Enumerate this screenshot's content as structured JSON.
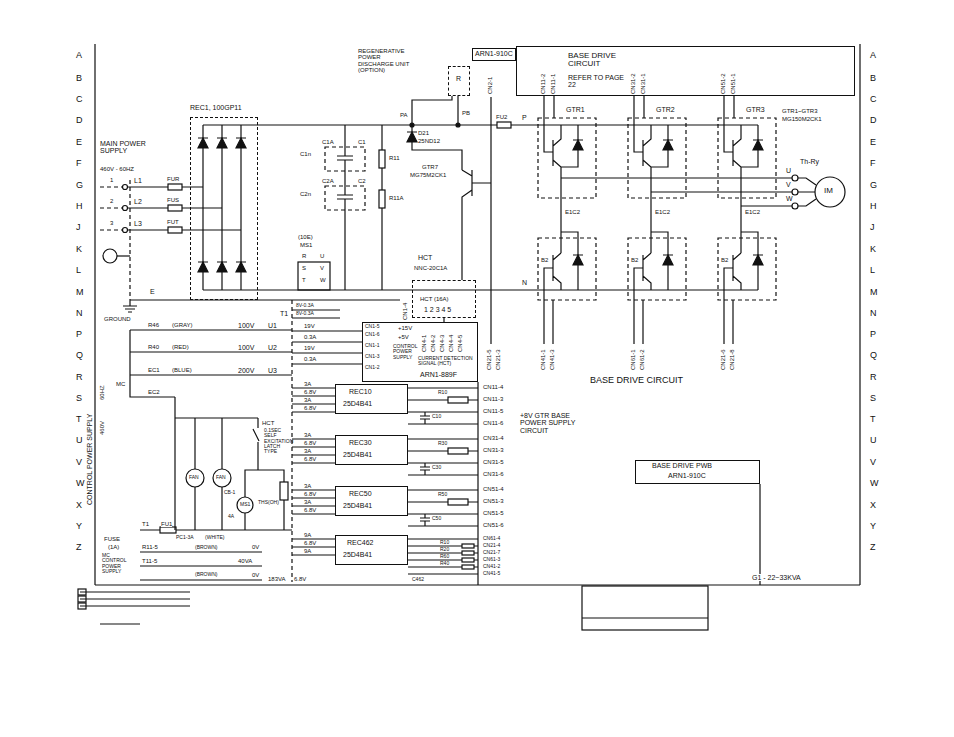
{
  "diagram": {
    "nodes": [
      {
        "text": [
          "REGENERATIVE POWER DISCHARGE UNIT (OPTION)",
          "R"
        ]
      },
      {
        "text": [
          "ARN1-910C"
        ]
      },
      {
        "text": [
          "BASE DRIVE CIRCUIT",
          "REFER TO PAGE 22"
        ]
      },
      {
        "text": [
          "REC1, 100GP11"
        ]
      },
      {
        "text": [
          "HCT",
          "NNC-20C1A",
          "HCT (16A)",
          "1 2 3 4 5"
        ]
      },
      {
        "text": [
          "+15V",
          "+5V",
          "CONTROL POWER SUPPLY",
          "CURRENT DETECTION SIGNAL (HCT)",
          "ARN1-889F"
        ]
      },
      {
        "text": [
          "REC10",
          "25D4B41"
        ]
      },
      {
        "text": [
          "REC30",
          "25D4B41"
        ]
      },
      {
        "text": [
          "REC50",
          "25D4B41"
        ]
      },
      {
        "text": [
          "REC462",
          "25D4B41"
        ]
      },
      {
        "text": [
          "BASE DRIVE PWB",
          "ARN1-910C"
        ]
      }
    ],
    "edges": [
      {
        "from": 4,
        "to": 5,
        "arrow": "none"
      }
    ],
    "labels": [
      "A",
      "B",
      "C",
      "D",
      "E",
      "F",
      "G",
      "H",
      "J",
      "K",
      "L",
      "M",
      "N",
      "P",
      "Q",
      "R",
      "S",
      "T",
      "U",
      "V",
      "W",
      "X",
      "Y",
      "Z",
      "A",
      "B",
      "C",
      "D",
      "E",
      "F",
      "G",
      "H",
      "J",
      "K",
      "L",
      "M",
      "N",
      "P",
      "Q",
      "R",
      "S",
      "T",
      "U",
      "V",
      "W",
      "X",
      "Y",
      "Z",
      "MAIN POWER SUPPLY",
      "460V - 60HZ",
      "1",
      "L1",
      "FUR",
      "2",
      "L2",
      "FUS",
      "3",
      "L3",
      "FUT",
      "E",
      "GROUND",
      "R46",
      "(GRAY)",
      "100V",
      "U1",
      "T1",
      "R40",
      "(RED)",
      "100V",
      "U2",
      "EC1",
      "(BLUE)",
      "200V",
      "U3",
      "EC2",
      "MC",
      "CONTROL POWER SUPPLY",
      "60HZ",
      "460V",
      "FAN",
      "FAN",
      "HCT",
      "0.1SEC SELF EXCITATION LATCH TYPE",
      "THS(OH)",
      "CB-1",
      "MS1",
      "4A",
      "T1",
      "FU1",
      "PC1-3A",
      "(WHITE)",
      "FUSE",
      "(1A)",
      "MC CONTROL POWER SUPPLY",
      "R11-5",
      "(BROWN)",
      "0V",
      "T11-5",
      "40VA",
      "(BROWN)",
      "0V",
      "183VA",
      "6.8V",
      "8V-0.3A",
      "8V-0.3A",
      "19V",
      "0.3A",
      "19V",
      "0.3A",
      "3A",
      "6.8V",
      "3A",
      "6.8V",
      "3A",
      "6.8V",
      "3A",
      "6.8V",
      "3A",
      "6.8V",
      "3A",
      "6.8V",
      "9A",
      "6.8V",
      "9A",
      "CN1-5",
      "CN1-6",
      "CN1-1",
      "CN1-3",
      "CN1-2",
      "CN1-4",
      "CN4-1",
      "CN4-2",
      "CN4-3",
      "CN4-4",
      "CN4-5",
      "C1n",
      "C1A",
      "C1",
      "R11",
      "C2n",
      "C2A",
      "C2",
      "R11A",
      "D21",
      "25ND12",
      "GTR7",
      "MG75M2CK1",
      "(10E)",
      "MS1",
      "R",
      "U",
      "S",
      "V",
      "T",
      "W",
      "PA",
      "PB",
      "FU2",
      "P",
      "N",
      "CN2-1",
      "GTR1",
      "GTR2",
      "GTR3",
      "GTR1~GTR3",
      "MG150M2CK1",
      "CN11-2",
      "CN11-1",
      "CN31-2",
      "CN31-1",
      "CN51-2",
      "CN51-1",
      "E1C2",
      "E1C2",
      "E1C2",
      "B2",
      "B2",
      "B2",
      "Th-Ry",
      "U",
      "V",
      "W",
      "IM",
      "CN41-1",
      "CN41-3",
      "CN61-1",
      "CN61-2",
      "CN21-6",
      "CN21-8",
      "CN21-5",
      "CN21-3",
      "BASE DRIVE CIRCUIT",
      "+8V GTR BASE POWER SUPPLY CIRCUIT",
      "R10",
      "C10",
      "R30",
      "C30",
      "R50",
      "C50",
      "C462",
      "R10",
      "R20",
      "R60",
      "R40",
      "CN11-4",
      "CN11-3",
      "CN11-5",
      "CN11-6",
      "CN31-4",
      "CN31-3",
      "CN31-5",
      "CN31-6",
      "CN51-4",
      "CN51-3",
      "CN51-5",
      "CN51-6",
      "CN61-4",
      "CN21-4",
      "CN21-7",
      "CN61-3",
      "CN41-2",
      "CN41-5",
      "G1 - 22~33KVA"
    ]
  }
}
